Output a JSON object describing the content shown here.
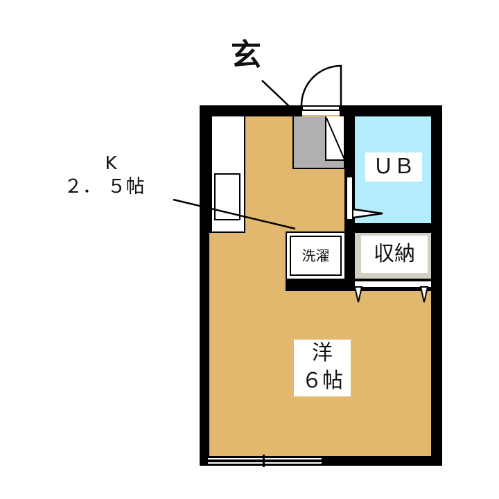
{
  "floorplan": {
    "colors": {
      "wall": "#000000",
      "floor": "#e2b76e",
      "bath": "#b3ecfb",
      "entrance": "#b0b0b0",
      "storage_frame": "#d2cfc4",
      "background": "#ffffff"
    },
    "rooms": {
      "entrance": {
        "label": "玄"
      },
      "kitchen": {
        "label_line1": "K",
        "label_line2": "２． ５帖"
      },
      "unit_bath": {
        "label": "ＵＢ"
      },
      "laundry": {
        "label": "洗濯"
      },
      "storage": {
        "label": "収納"
      },
      "western_room": {
        "label_line1": "洋",
        "label_line2": "６帖"
      }
    }
  }
}
